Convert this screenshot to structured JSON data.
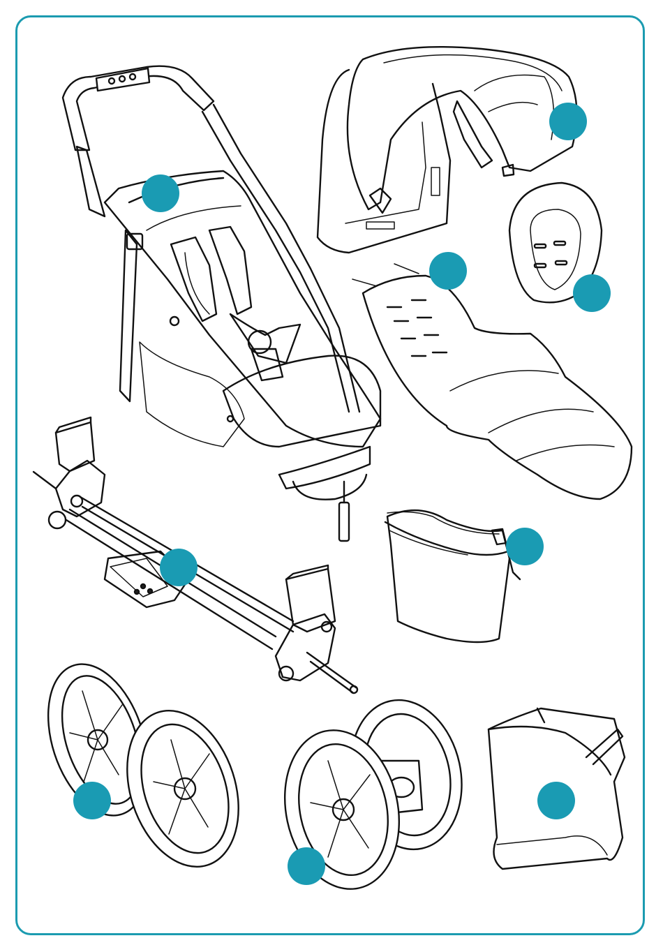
{
  "colors": {
    "frame": "#1b9bb0",
    "marker": "#1a9bb3",
    "line": "#111111",
    "background": "#ffffff"
  },
  "components": [
    {
      "id": "stroller-seat-frame",
      "icon": "stroller-frame-icon"
    },
    {
      "id": "canopy-hood",
      "icon": "canopy-icon"
    },
    {
      "id": "head-hugger",
      "icon": "head-pad-icon"
    },
    {
      "id": "footmuff-seat-liner",
      "icon": "footmuff-icon"
    },
    {
      "id": "rear-axle",
      "icon": "axle-icon"
    },
    {
      "id": "changing-bag",
      "icon": "bag-icon"
    },
    {
      "id": "rear-wheels",
      "icon": "rear-wheels-icon"
    },
    {
      "id": "front-swivel-wheels",
      "icon": "front-wheels-icon"
    },
    {
      "id": "rain-cover",
      "icon": "rain-cover-icon"
    }
  ]
}
